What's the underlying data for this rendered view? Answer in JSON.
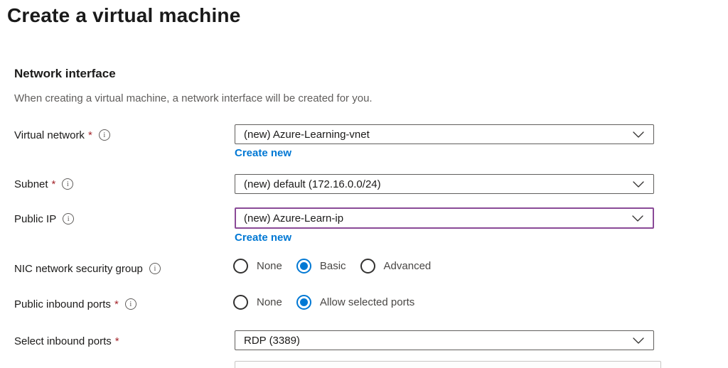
{
  "page": {
    "title": "Create a virtual machine"
  },
  "section": {
    "heading": "Network interface",
    "description": "When creating a virtual machine, a network interface will be created for you."
  },
  "icons": {
    "info_glyph": "i"
  },
  "fields": {
    "virtual_network": {
      "label": "Virtual network",
      "required": "*",
      "value": "(new) Azure-Learning-vnet",
      "create_new_label": "Create new"
    },
    "subnet": {
      "label": "Subnet",
      "required": "*",
      "value": "(new) default (172.16.0.0/24)"
    },
    "public_ip": {
      "label": "Public IP",
      "value": "(new) Azure-Learn-ip",
      "create_new_label": "Create new",
      "focused": true
    },
    "nic_nsg": {
      "label": "NIC network security group",
      "options": [
        "None",
        "Basic",
        "Advanced"
      ],
      "selected": "Basic"
    },
    "public_inbound_ports": {
      "label": "Public inbound ports",
      "required": "*",
      "options": [
        "None",
        "Allow selected ports"
      ],
      "selected": "Allow selected ports"
    },
    "select_inbound_ports": {
      "label": "Select inbound ports",
      "required": "*",
      "value": "RDP (3389)"
    }
  },
  "colors": {
    "link": "#0078d4",
    "radio_selected": "#0078d4",
    "focus_border": "#8a4a97",
    "required_asterisk": "#a4262c",
    "label_text": "#1b1a19",
    "muted_text": "#605e5c",
    "dropdown_border": "#605e5c"
  }
}
